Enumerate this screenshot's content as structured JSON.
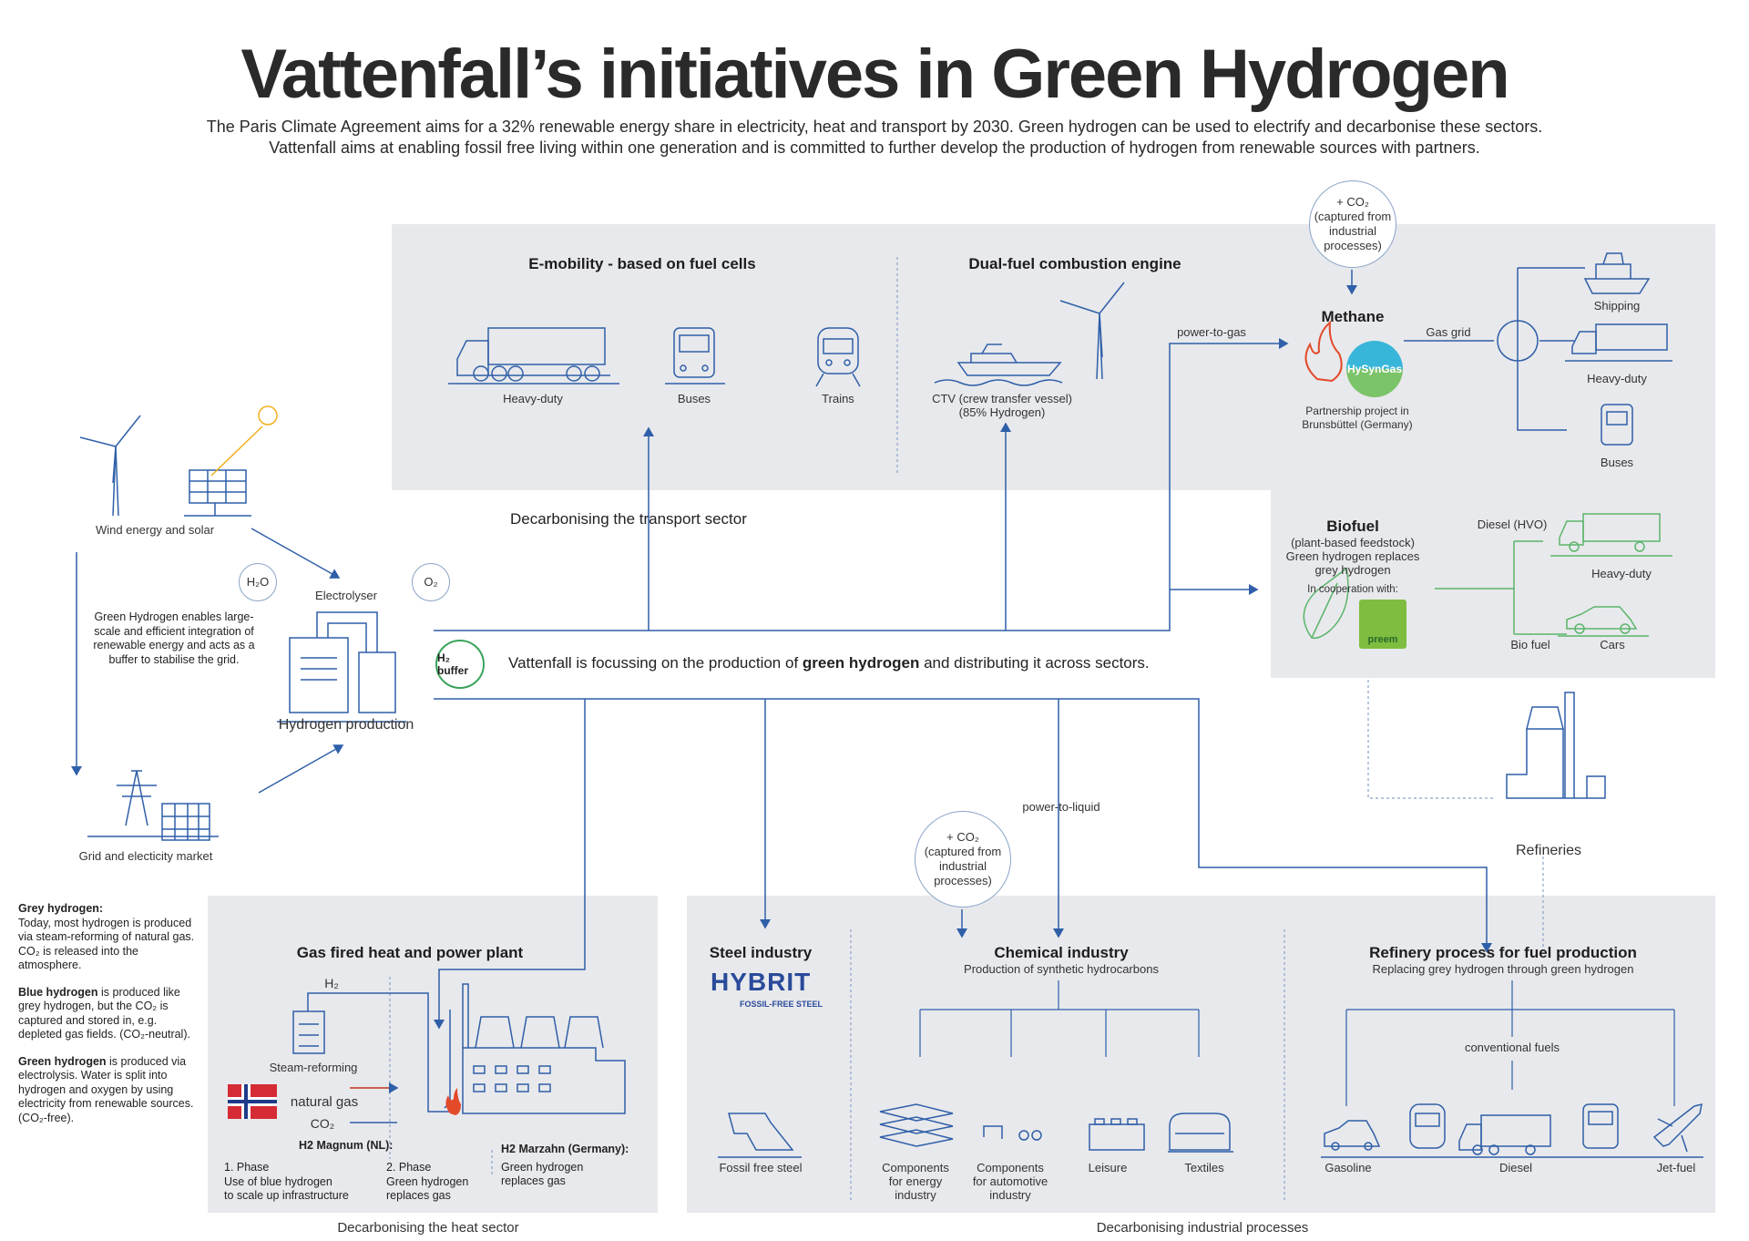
{
  "title": "Vattenfall’s initiatives in Green Hydrogen",
  "intro": [
    "The Paris Climate Agreement aims for a 32% renewable energy share in electricity, heat and transport by 2030. Green hydrogen can be used to electrify and decarbonise these sectors.",
    "Vattenfall aims at enabling fossil free living within one generation and is committed to further develop the production of hydrogen from renewable sources with partners."
  ],
  "left": {
    "wind_solar": "Wind energy and solar",
    "grid": "Grid and electicity market",
    "enables_text": "Green Hydrogen enables large-scale and efficient integration of renewable energy and acts as a buffer to stabilise the grid.",
    "h2o": "H₂O",
    "o2": "O₂",
    "electrolyser": "Electrolyser",
    "hydrogen_production": "Hydrogen production",
    "h2_buffer": "H₂ buffer"
  },
  "focus": {
    "pre": "Vattenfall is focussing on the production of ",
    "bold": "green hydrogen",
    "post": " and distributing it across sectors."
  },
  "transport": {
    "decarb_label": "Decarbonising the transport sector",
    "emobility_title": "E-mobility - based on fuel cells",
    "heavy_duty": "Heavy-duty",
    "buses": "Buses",
    "trains": "Trains",
    "dualfuel_title": "Dual-fuel combustion engine",
    "ctv_line1": "CTV (crew transfer vessel)",
    "ctv_line2": "(85% Hydrogen)"
  },
  "methane": {
    "co2_bubble": [
      "+ CO₂",
      "(captured from",
      "industrial",
      "processes)"
    ],
    "power_to_gas": "power-to-gas",
    "title": "Methane",
    "gas_grid": "Gas grid",
    "hysyngas": "HySynGas",
    "partnership_line1": "Partnership project in",
    "partnership_line2": "Brunsbüttel (Germany)",
    "shipping": "Shipping",
    "heavy_duty": "Heavy-duty",
    "buses": "Buses"
  },
  "biofuel": {
    "title": "Biofuel",
    "desc_line1": "(plant-based feedstock)",
    "desc_line2": "Green hydrogen replaces",
    "desc_line3": "grey hydrogen",
    "cooperation": "In cooperation with:",
    "preem": "preem",
    "diesel_hvo": "Diesel (HVO)",
    "heavy_duty": "Heavy-duty",
    "bio_fuel": "Bio fuel",
    "cars": "Cars"
  },
  "refineries": "Refineries",
  "power_to_liquid": "power-to-liquid",
  "co2_bubble2": [
    "+ CO₂",
    "(captured from",
    "industrial",
    "processes)"
  ],
  "notes": {
    "grey_title": "Grey hydrogen:",
    "grey_text": "Today, most hydrogen is produced via steam-reforming of natural gas. CO₂ is released into the atmosphere.",
    "blue_title": "Blue hydrogen",
    "blue_text": " is produced like grey hydrogen, but the CO₂ is captured and stored in, e.g. depleted gas fields. (CO₂-neutral).",
    "green_title": "Green hydrogen",
    "green_text": " is produced via electrolysis. Water is split into hydrogen and oxygen by using electricity from renewable sources. (CO₂-free)."
  },
  "heat": {
    "title": "Gas fired heat and power plant",
    "h2": "H₂",
    "steam_reforming": "Steam-reforming",
    "natural_gas": "natural gas",
    "co2": "CO₂",
    "magnum_title": "H2 Magnum (NL):",
    "phase1_title": "1. Phase",
    "phase1_text_line1": "Use of blue hydrogen",
    "phase1_text_line2": "to scale up infrastructure",
    "phase2_title": "2. Phase",
    "phase2_text_line1": "Green hydrogen",
    "phase2_text_line2": "replaces gas",
    "marzahn_title": "H2 Marzahn (Germany):",
    "marzahn_text_line1": "Green hydrogen",
    "marzahn_text_line2": "replaces gas",
    "decarb_label": "Decarbonising the heat sector"
  },
  "industry": {
    "steel_title": "Steel industry",
    "hybrit": "HYBRIT",
    "hybrit_sub": "FOSSIL-FREE STEEL",
    "fossil_free_steel": "Fossil free steel",
    "chem_title": "Chemical industry",
    "chem_sub": "Production of synthetic hydrocarbons",
    "comp_energy": [
      "Components",
      "for energy",
      "industry"
    ],
    "comp_auto": [
      "Components",
      "for automotive",
      "industry"
    ],
    "leisure": "Leisure",
    "textiles": "Textiles",
    "refinery_title": "Refinery process for fuel production",
    "refinery_sub": "Replacing grey hydrogen through green hydrogen",
    "conventional_fuels": "conventional fuels",
    "gasoline": "Gasoline",
    "diesel": "Diesel",
    "jet_fuel": "Jet-fuel",
    "decarb_label": "Decarbonising industrial processes"
  },
  "colors": {
    "line_blue": "#2f5fa8",
    "icon_blue": "#2f5fa8",
    "green": "#3aa35a",
    "panel": "#e8e9ec"
  }
}
